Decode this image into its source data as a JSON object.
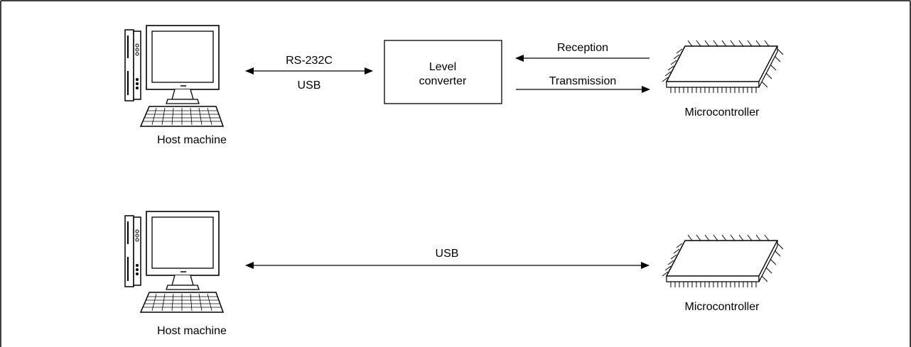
{
  "diagram1": {
    "host_label": "Host machine",
    "link_label_top": "RS-232C",
    "link_label_bottom": "USB",
    "converter_line1": "Level",
    "converter_line2": "converter",
    "reception_label": "Reception",
    "transmission_label": "Transmission",
    "mcu_label": "Microcontroller"
  },
  "diagram2": {
    "host_label": "Host machine",
    "link_label": "USB",
    "mcu_label": "Microcontroller"
  },
  "icons": [
    "desktop-computer-icon",
    "microcontroller-chip-icon"
  ]
}
